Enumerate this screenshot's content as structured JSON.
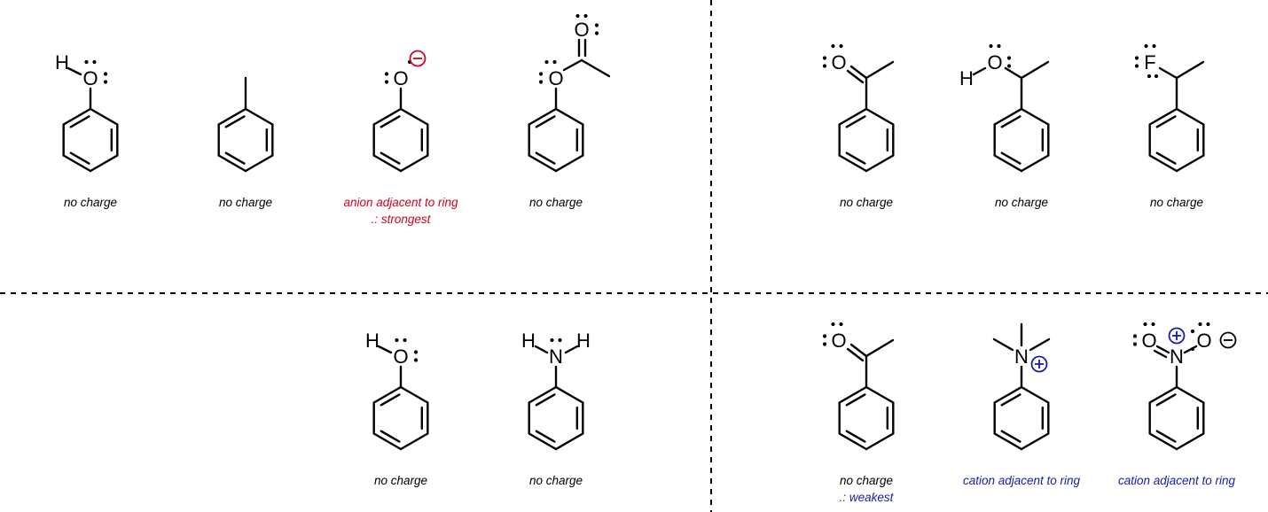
{
  "colors": {
    "black": "#000000",
    "red": "#d0021b",
    "blue": "#1a1aa8"
  },
  "quadrants": {
    "top_left": [
      {
        "molecule": "phenol",
        "atoms": [
          "H",
          "O"
        ],
        "caption": [
          "no charge"
        ],
        "caption_color": "black"
      },
      {
        "molecule": "toluene",
        "atoms": [],
        "caption": [
          "no charge"
        ],
        "caption_color": "black"
      },
      {
        "molecule": "phenoxide",
        "atoms": [
          "O"
        ],
        "charge": "−",
        "caption": [
          "anion adjacent to ring",
          ".: strongest"
        ],
        "caption_color": "red"
      },
      {
        "molecule": "phenyl acetate",
        "atoms": [
          "O",
          "O"
        ],
        "caption": [
          "no charge"
        ],
        "caption_color": "black"
      }
    ],
    "top_right": [
      {
        "molecule": "acetophenone",
        "atoms": [
          "O"
        ],
        "caption": [
          "no charge"
        ],
        "caption_color": "black"
      },
      {
        "molecule": "1-phenylethanol",
        "atoms": [
          "H",
          "O"
        ],
        "caption": [
          "no charge"
        ],
        "caption_color": "black"
      },
      {
        "molecule": "1-fluoroethylbenzene",
        "atoms": [
          "F"
        ],
        "caption": [
          "no charge"
        ],
        "caption_color": "black"
      }
    ],
    "bottom_left": [
      {
        "molecule": "phenol",
        "atoms": [
          "H",
          "O"
        ],
        "caption": [
          "no charge"
        ],
        "caption_color": "black"
      },
      {
        "molecule": "aniline",
        "atoms": [
          "H",
          "N",
          "H"
        ],
        "caption": [
          "no charge"
        ],
        "caption_color": "black"
      }
    ],
    "bottom_right": [
      {
        "molecule": "acetophenone",
        "atoms": [
          "O"
        ],
        "caption": [
          "no charge",
          ".: weakest"
        ],
        "caption_color": "black",
        "second_line_color": "blue"
      },
      {
        "molecule": "trimethylanilinium",
        "atoms": [
          "N"
        ],
        "charge": "+",
        "caption": [
          "cation adjacent to ring"
        ],
        "caption_color": "blue"
      },
      {
        "molecule": "nitrobenzene",
        "atoms": [
          "O",
          "N",
          "O"
        ],
        "charges": [
          "+",
          "−"
        ],
        "caption": [
          "cation adjacent to ring"
        ],
        "caption_color": "blue"
      }
    ]
  }
}
